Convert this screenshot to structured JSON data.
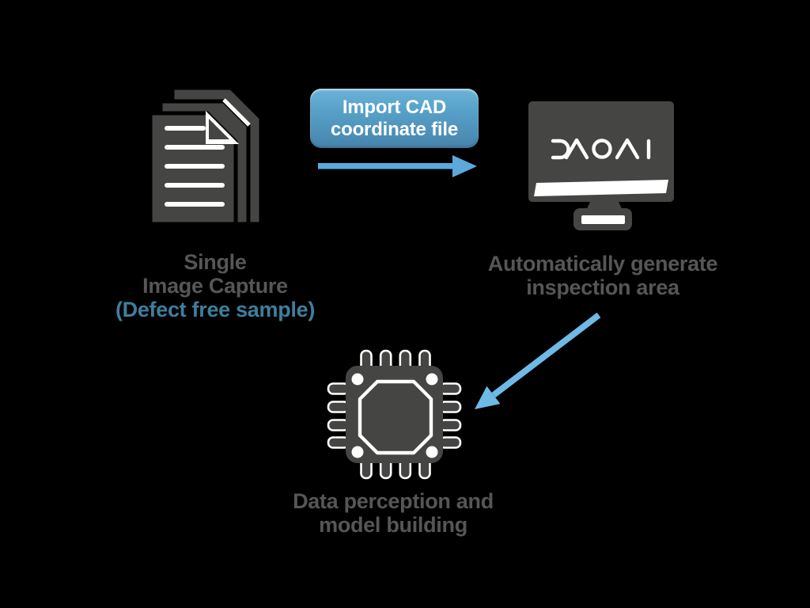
{
  "canvas": {
    "background": "#000000"
  },
  "flow": {
    "step1": {
      "icon": "documents-icon",
      "caption": [
        "Single",
        "Image Capture",
        "(Defect free sample)"
      ]
    },
    "import_button": {
      "lines": [
        "Import CAD",
        "coordinate file"
      ]
    },
    "step2": {
      "icon": "monitor-icon",
      "logo": "DAOAI",
      "caption": [
        "Automatically generate",
        "inspection area"
      ]
    },
    "step3": {
      "icon": "chip-icon",
      "caption": [
        "Data perception and",
        "model building"
      ]
    }
  },
  "connectors": {
    "import_arrow": {
      "direction": "right",
      "color": "#5CA9DC"
    },
    "to_model_arrow": {
      "direction": "down-left",
      "color": "#6FB9E6"
    }
  },
  "colors": {
    "icon_gray": "#454543",
    "caption_gray": "#565656",
    "accent_teal": "#3F7E9C",
    "button_top": "#6BB2D6",
    "button_bottom": "#4684AB"
  }
}
